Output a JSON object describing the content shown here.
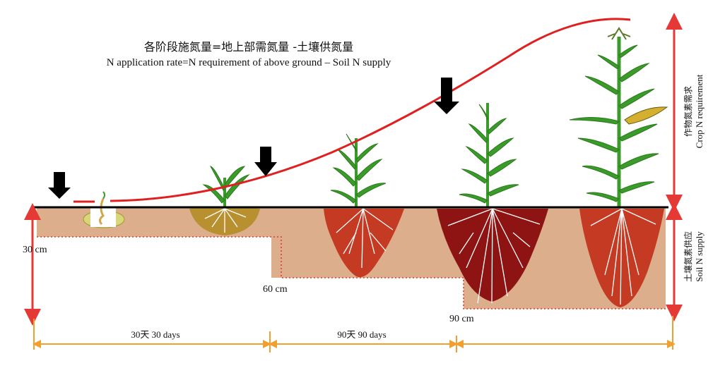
{
  "title": {
    "zh": "各阶段施氮量=地上部需氮量 -土壤供氮量",
    "en": "N application rate=N requirement of above ground – Soil N supply"
  },
  "right_axis": {
    "top_zh": "作物氮素需求",
    "top_en": "Crop N requirement",
    "bottom_zh": "土壤氮素供应",
    "bottom_en": "Soil N supply"
  },
  "depth_labels": [
    "30 cm",
    "60 cm",
    "90 cm"
  ],
  "period_labels": [
    "30天 30 days",
    "90天 90 days"
  ],
  "colors": {
    "curve": "#e02020",
    "axis_arrow": "#e53935",
    "period_arrow": "#f0a030",
    "soil": "#dcae8c",
    "soil_dotted": "#e53935",
    "ground_line": "#000000",
    "plant_green": "#3a9a2a",
    "root_zone_light": "#b89030",
    "root_zone_mid": "#c43a22",
    "root_zone_dark": "#7a1010"
  }
}
